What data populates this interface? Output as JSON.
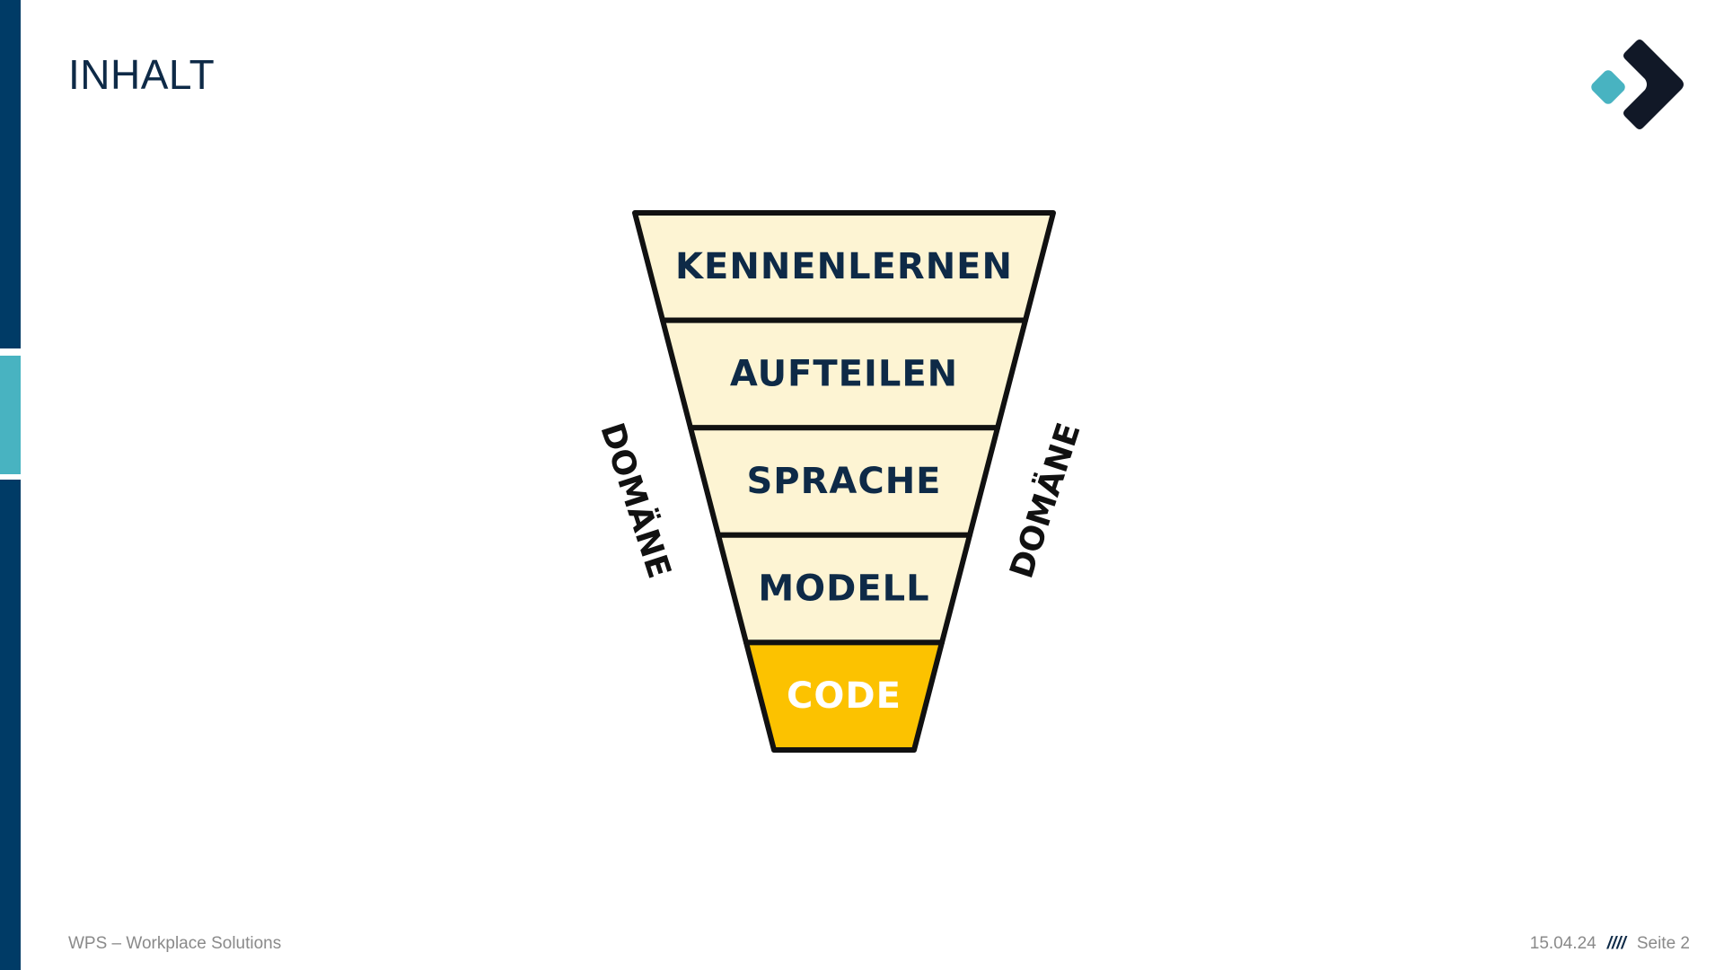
{
  "slide": {
    "title": "INHALT"
  },
  "funnel": {
    "layers": [
      {
        "label": "KENNENLERNEN",
        "fill": "#fdf4d3",
        "text_color": "#0e2a47"
      },
      {
        "label": "AUFTEILEN",
        "fill": "#fdf4d3",
        "text_color": "#0e2a47"
      },
      {
        "label": "SPRACHE",
        "fill": "#fdf4d3",
        "text_color": "#0e2a47"
      },
      {
        "label": "MODELL",
        "fill": "#fdf4d3",
        "text_color": "#0e2a47"
      },
      {
        "label": "CODE",
        "fill": "#fcc200",
        "text_color": "#ffffff"
      }
    ],
    "side_label_left": "DOMÄNE",
    "side_label_right": "DOMÄNE"
  },
  "footer": {
    "company": "WPS – Workplace Solutions",
    "date": "15.04.24",
    "separator": "////",
    "page": "Seite 2"
  },
  "colors": {
    "navy": "#003b66",
    "teal": "#48b3c1",
    "logo_dark": "#111827",
    "outline": "#111111"
  },
  "icons": {
    "logo": "wps-chevron-logo"
  }
}
